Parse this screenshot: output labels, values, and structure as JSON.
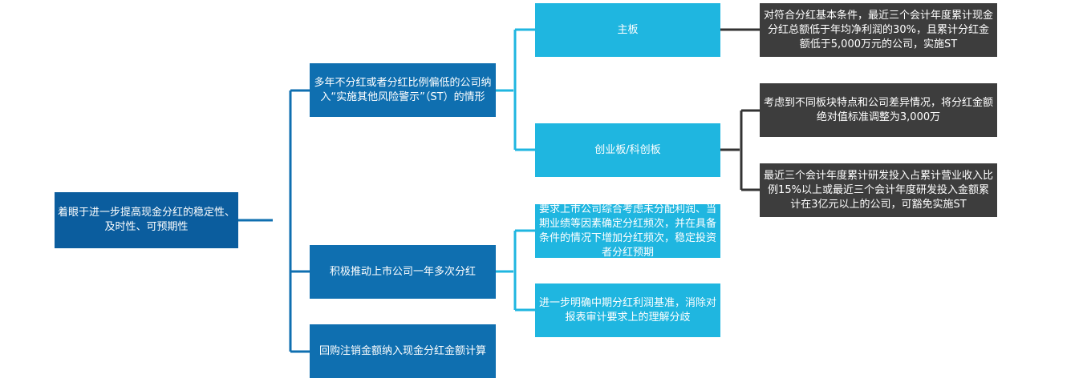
{
  "root": {
    "text": "着眼于进一步提高现金分红的稳定性、及时性、可预期性"
  },
  "level1": [
    {
      "id": "st",
      "text": "多年不分红或者分红比例偏低的公司纳入“实施其他风险警示”（ST）的情形"
    },
    {
      "id": "multi",
      "text": "积极推动上市公司一年多次分红"
    },
    {
      "id": "buyback",
      "text": "回购注销金额纳入现金分红金额计算"
    }
  ],
  "level2": [
    {
      "id": "main_board",
      "text": "主板"
    },
    {
      "id": "gem_star",
      "text": "创业板/科创板"
    },
    {
      "id": "consider",
      "text": "要求上市公司综合考虑未分配利润、当期业绩等因素确定分红频次，并在具备条件的情况下增加分红频次，稳定投资者分红预期"
    },
    {
      "id": "interim",
      "text": "进一步明确中期分红利润基准，消除对报表审计要求上的理解分歧"
    }
  ],
  "level3": [
    {
      "id": "main_rule",
      "text": "对符合分红基本条件，最近三个会计年度累计现金分红总额低于年均净利润的30%，且累计分红金额低于5,000万元的公司，实施ST"
    },
    {
      "id": "threshold",
      "text": "考虑到不同板块特点和公司差异情况，将分红金额绝对值标准调整为3,000万"
    },
    {
      "id": "exempt",
      "text": "最近三个会计年度累计研发投入占累计营业收入比例15%以上或最近三个会计年度研发投入金额累计在3亿元以上的公司，可豁免实施ST"
    }
  ],
  "colors": {
    "root": "#0b5d9e",
    "level1": "#0f6fb0",
    "level2": "#1fb6e0",
    "level3": "#3d3d3d",
    "connector_blue": "#0f6fb0",
    "connector_light": "#1fb6e0",
    "connector_dark": "#333333"
  }
}
